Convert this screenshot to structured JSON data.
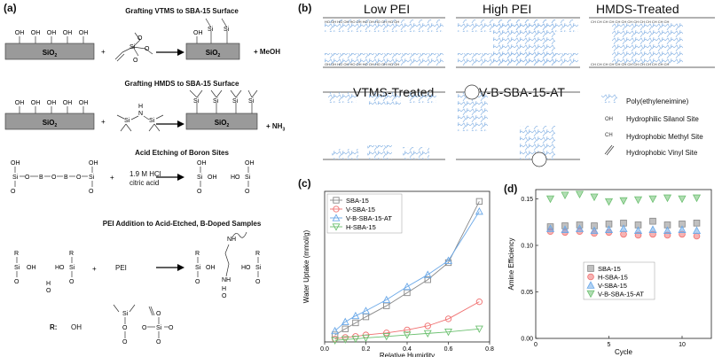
{
  "panel_a": {
    "label": "(a)",
    "section1_title": "Grafting VTMS to SBA-15 Surface",
    "section2_title": "Grafting HMDS to SBA-15 Surface",
    "section3_title": "Acid Etching of Boron Sites",
    "section4_title": "PEI Addition to Acid-Etched, B-Doped Samples",
    "sio2": "SiO",
    "sio2_sub": "2",
    "meoh": "+ MeOH",
    "nh3": "+ NH",
    "nh3_sub": "3",
    "hcl_line1": "1.9 M HCl",
    "hcl_line2": "citric acid",
    "pei": "PEI",
    "r_label": "R:",
    "r_oh": "OH",
    "plus": "+"
  },
  "panel_b": {
    "label": "(b)",
    "titles": [
      "Low PEI",
      "High PEI",
      "HMDS-Treated",
      "VTMS-Treated",
      "V-B-SBA-15-AT"
    ],
    "legend": [
      "Poly(ethyleneimine)",
      "Hydrophilic Silanol Site",
      "Hydrophobic Methyl Site",
      "Hydrophobic Vinyl Site"
    ]
  },
  "panel_c": {
    "label": "(c)"
  },
  "panel_d": {
    "label": "(d)"
  },
  "chart_data": [
    {
      "type": "line",
      "xlabel": "Relative Humidity",
      "ylabel": "Water Uptake (mmol/g)",
      "xlim": [
        0,
        0.8
      ],
      "ylim": [
        0,
        15
      ],
      "xticks": [
        "0.0",
        "0.2",
        "0.4",
        "0.6",
        "0.8"
      ],
      "legend_position": "top-left",
      "series": [
        {
          "name": "SBA-15",
          "color": "#888888",
          "marker": "square",
          "x": [
            0.05,
            0.1,
            0.15,
            0.2,
            0.3,
            0.4,
            0.5,
            0.6,
            0.75
          ],
          "y": [
            0.7,
            1.3,
            1.9,
            2.5,
            3.6,
            4.9,
            6.2,
            7.9,
            14.0
          ]
        },
        {
          "name": "V-SBA-15",
          "color": "#f07070",
          "marker": "circle",
          "x": [
            0.05,
            0.1,
            0.15,
            0.2,
            0.3,
            0.4,
            0.5,
            0.6,
            0.75
          ],
          "y": [
            0.3,
            0.45,
            0.55,
            0.7,
            0.9,
            1.2,
            1.6,
            2.3,
            4.0
          ]
        },
        {
          "name": "V-B-SBA-15-AT",
          "color": "#6aa8e8",
          "marker": "triangle-up",
          "x": [
            0.05,
            0.1,
            0.15,
            0.2,
            0.3,
            0.4,
            0.5,
            0.6,
            0.75
          ],
          "y": [
            1.1,
            2.0,
            2.6,
            3.1,
            4.2,
            5.5,
            6.7,
            8.1,
            13.0
          ]
        },
        {
          "name": "H-SBA-15",
          "color": "#6cc070",
          "marker": "triangle-down",
          "x": [
            0.05,
            0.1,
            0.15,
            0.2,
            0.3,
            0.4,
            0.5,
            0.6,
            0.75
          ],
          "y": [
            0.15,
            0.25,
            0.3,
            0.4,
            0.55,
            0.7,
            0.85,
            1.0,
            1.3
          ]
        }
      ]
    },
    {
      "type": "scatter",
      "xlabel": "Cycle",
      "ylabel": "Amine Efficiency",
      "xlim": [
        0,
        12
      ],
      "ylim": [
        0,
        0.16
      ],
      "xticks": [
        "0",
        "5",
        "10"
      ],
      "yticks": [
        "0.00",
        "0.05",
        "0.10",
        "0.15"
      ],
      "legend_position": "bottom-center",
      "series": [
        {
          "name": "SBA-15",
          "color": "#888888",
          "marker": "square",
          "x": [
            1,
            2,
            3,
            4,
            5,
            6,
            7,
            8,
            9,
            10,
            11
          ],
          "y": [
            0.12,
            0.121,
            0.122,
            0.121,
            0.123,
            0.124,
            0.122,
            0.126,
            0.122,
            0.123,
            0.124
          ]
        },
        {
          "name": "H-SBA-15",
          "color": "#f07070",
          "marker": "circle",
          "x": [
            1,
            2,
            3,
            4,
            5,
            6,
            7,
            8,
            9,
            10,
            11
          ],
          "y": [
            0.115,
            0.114,
            0.115,
            0.113,
            0.114,
            0.112,
            0.111,
            0.112,
            0.111,
            0.112,
            0.11
          ]
        },
        {
          "name": "V-SBA-15",
          "color": "#6aa8e8",
          "marker": "triangle-up",
          "x": [
            1,
            2,
            3,
            4,
            5,
            6,
            7,
            8,
            9,
            10,
            11
          ],
          "y": [
            0.118,
            0.117,
            0.118,
            0.116,
            0.117,
            0.118,
            0.116,
            0.117,
            0.116,
            0.117,
            0.116
          ]
        },
        {
          "name": "V-B-SBA-15-AT",
          "color": "#6cc070",
          "marker": "triangle-down",
          "x": [
            1,
            2,
            3,
            4,
            5,
            6,
            7,
            8,
            9,
            10,
            11
          ],
          "y": [
            0.15,
            0.154,
            0.155,
            0.152,
            0.147,
            0.148,
            0.149,
            0.15,
            0.151,
            0.15,
            0.151
          ]
        }
      ]
    }
  ]
}
